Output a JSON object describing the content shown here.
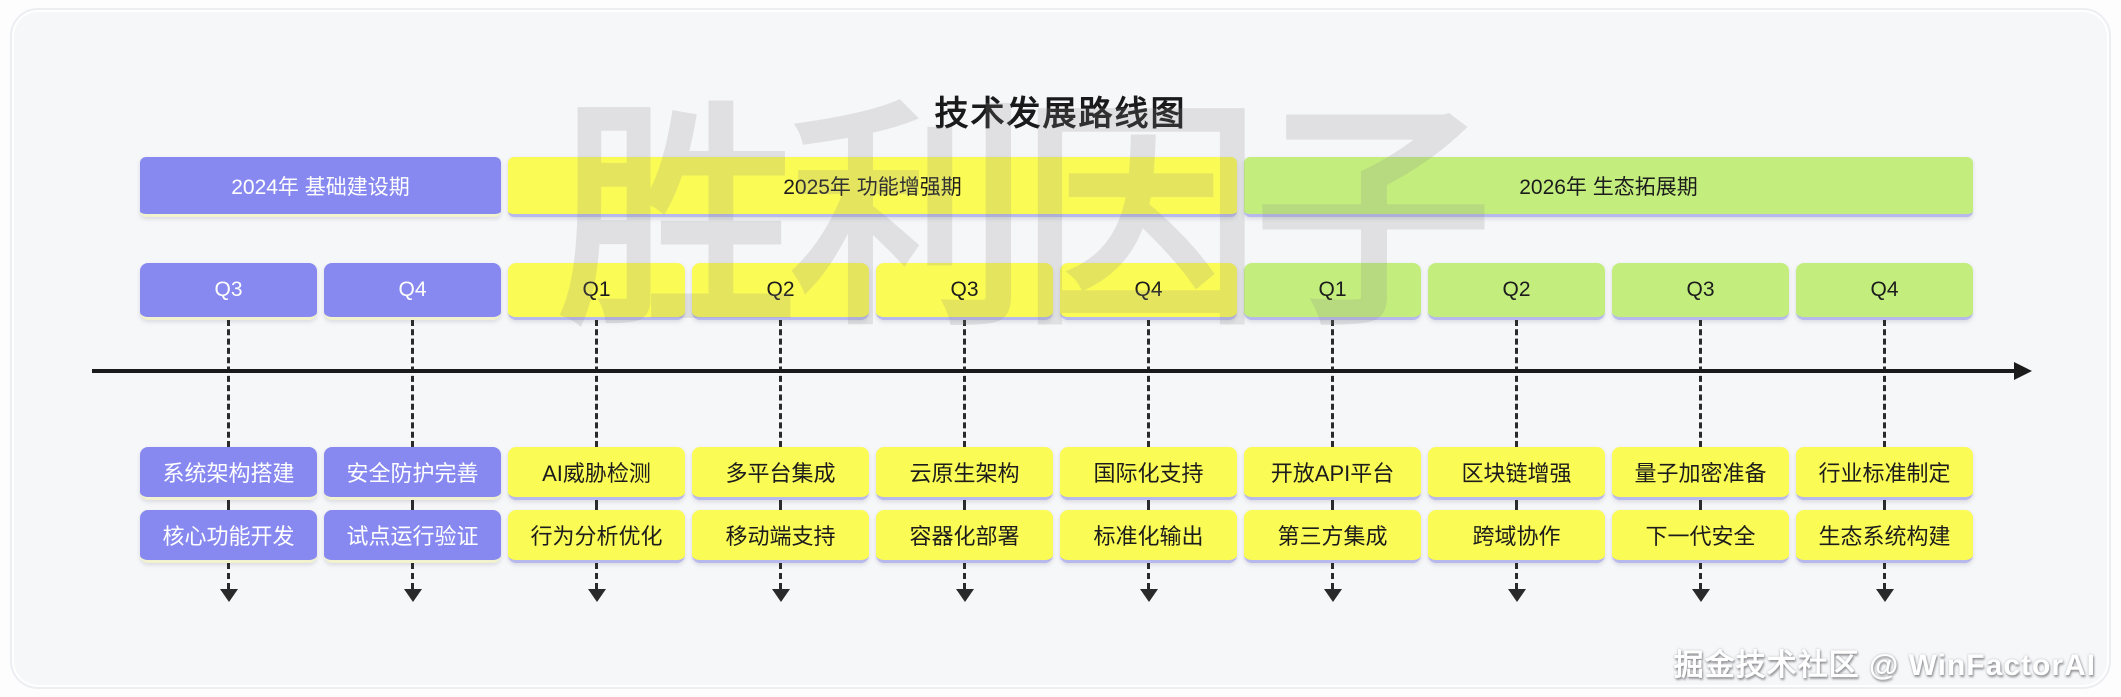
{
  "title": "技术发展路线图",
  "watermark": "胜利因子",
  "footer": "掘金技术社区 @ WinFactorAI",
  "colors": {
    "purple": "#8789f0",
    "yellow": "#fbfb55",
    "green": "#c3ee7e",
    "purple_box_edge": "#f2f2cf",
    "yellow_green_box_edge": "#b7b9ec",
    "timeline": "#1b1b1b",
    "card_background": "#f6f7f9"
  },
  "periods": [
    {
      "label": "2024年 基础建设期",
      "theme": "purple",
      "span": 2
    },
    {
      "label": "2025年 功能增强期",
      "theme": "yellow",
      "span": 4
    },
    {
      "label": "2026年 生态拓展期",
      "theme": "green",
      "span": 4
    }
  ],
  "columns": [
    {
      "quarter": "Q3",
      "year": "2024",
      "theme": "purple",
      "task_theme": "purple",
      "tasks": [
        "系统架构搭建",
        "核心功能开发"
      ]
    },
    {
      "quarter": "Q4",
      "year": "2024",
      "theme": "purple",
      "task_theme": "purple",
      "tasks": [
        "安全防护完善",
        "试点运行验证"
      ]
    },
    {
      "quarter": "Q1",
      "year": "2025",
      "theme": "yellow",
      "task_theme": "yellow",
      "tasks": [
        "AI威胁检测",
        "行为分析优化"
      ]
    },
    {
      "quarter": "Q2",
      "year": "2025",
      "theme": "yellow",
      "task_theme": "yellow",
      "tasks": [
        "多平台集成",
        "移动端支持"
      ]
    },
    {
      "quarter": "Q3",
      "year": "2025",
      "theme": "yellow",
      "task_theme": "yellow",
      "tasks": [
        "云原生架构",
        "容器化部署"
      ]
    },
    {
      "quarter": "Q4",
      "year": "2025",
      "theme": "yellow",
      "task_theme": "yellow",
      "tasks": [
        "国际化支持",
        "标准化输出"
      ]
    },
    {
      "quarter": "Q1",
      "year": "2026",
      "theme": "green",
      "task_theme": "yellow",
      "tasks": [
        "开放API平台",
        "第三方集成"
      ]
    },
    {
      "quarter": "Q2",
      "year": "2026",
      "theme": "green",
      "task_theme": "yellow",
      "tasks": [
        "区块链增强",
        "跨域协作"
      ]
    },
    {
      "quarter": "Q3",
      "year": "2026",
      "theme": "green",
      "task_theme": "yellow",
      "tasks": [
        "量子加密准备",
        "下一代安全"
      ]
    },
    {
      "quarter": "Q4",
      "year": "2026",
      "theme": "green",
      "task_theme": "yellow",
      "tasks": [
        "行业标准制定",
        "生态系统构建"
      ]
    }
  ]
}
